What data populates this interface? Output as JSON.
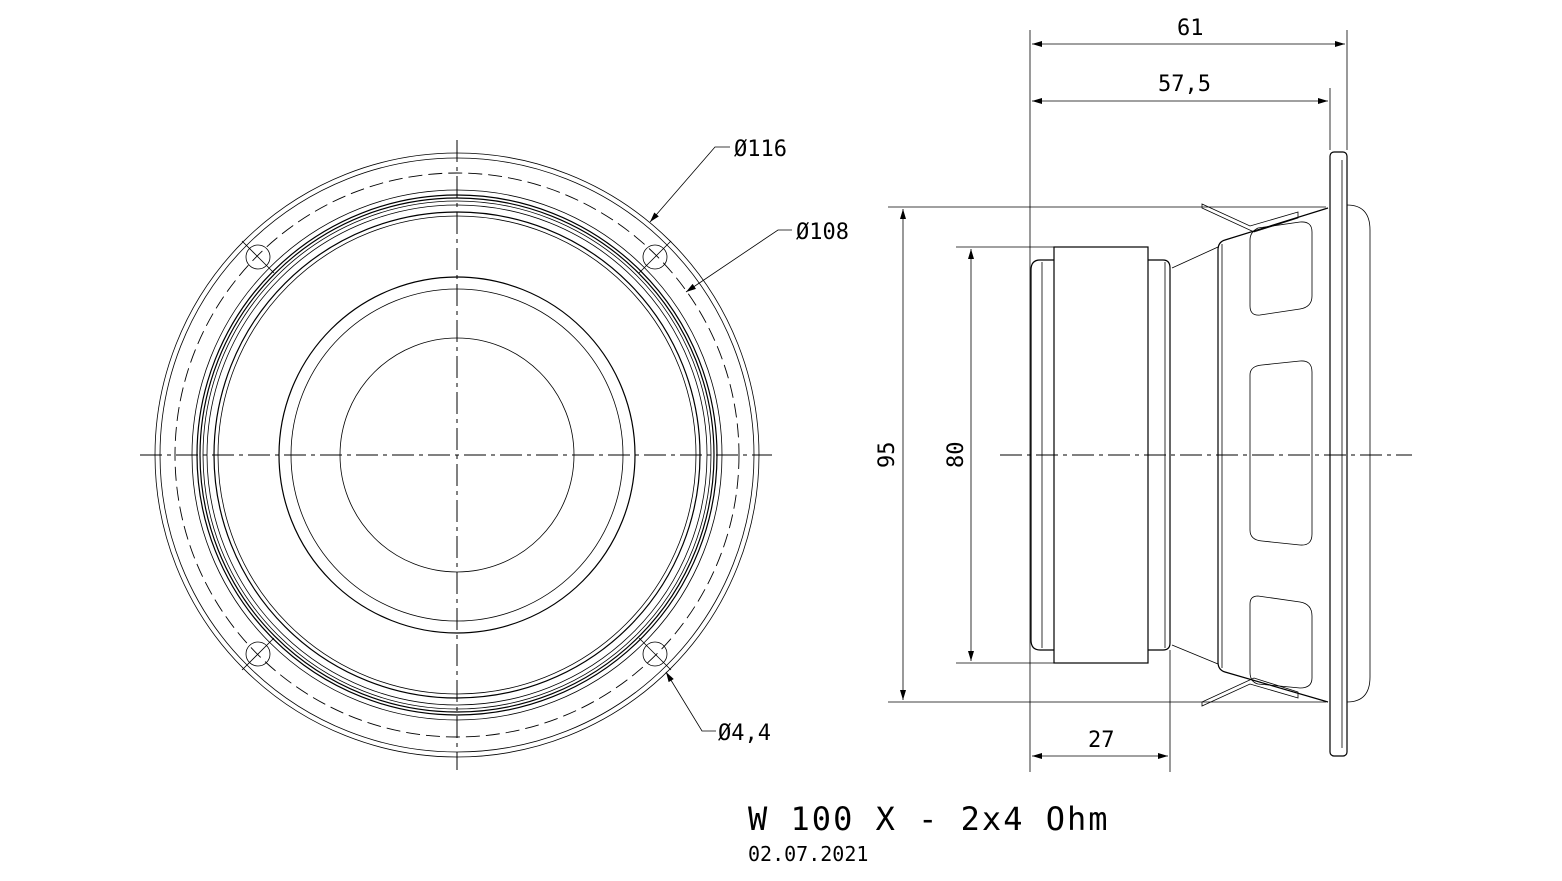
{
  "title": "W 100 X - 2x4 Ohm",
  "date": "02.07.2021",
  "dimensions": {
    "outer_diameter": "Ø116",
    "bolt_circle": "Ø108",
    "hole_diameter": "Ø4,4",
    "depth_total": "61",
    "depth_flange": "57,5",
    "cutout_height": "95",
    "magnet_height": "80",
    "magnet_depth": "27"
  }
}
